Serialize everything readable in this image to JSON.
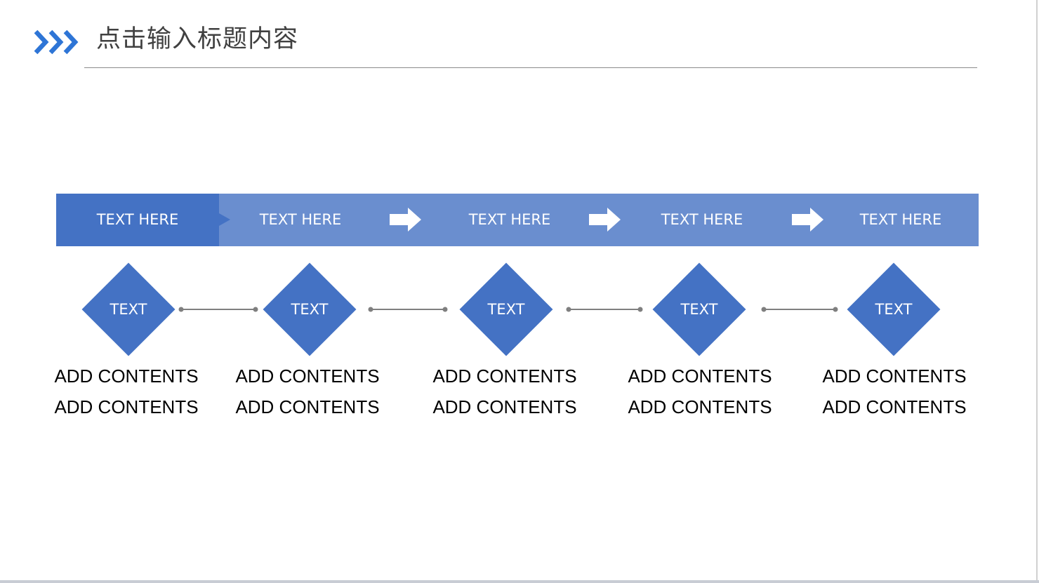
{
  "header": {
    "title": "点击输入标题内容"
  },
  "steps": [
    "TEXT HERE",
    "TEXT HERE",
    "TEXT HERE",
    "TEXT HERE",
    "TEXT HERE"
  ],
  "nodes": [
    {
      "label": "TEXT",
      "content": [
        "ADD CONTENTS",
        "ADD CONTENTS"
      ]
    },
    {
      "label": "TEXT",
      "content": [
        "ADD CONTENTS",
        "ADD CONTENTS"
      ]
    },
    {
      "label": "TEXT",
      "content": [
        "ADD CONTENTS",
        "ADD CONTENTS"
      ]
    },
    {
      "label": "TEXT",
      "content": [
        "ADD CONTENTS",
        "ADD CONTENTS"
      ]
    },
    {
      "label": "TEXT",
      "content": [
        "ADD CONTENTS",
        "ADD CONTENTS"
      ]
    }
  ],
  "colors": {
    "accent": "#4472c4",
    "bar": "#6a8ecf",
    "chevron": "#2e75d6",
    "connector": "#7f7f7f",
    "title": "#404040"
  },
  "icons": {
    "title": "triple-chevron-icon",
    "step_separator": "right-arrow-icon"
  }
}
